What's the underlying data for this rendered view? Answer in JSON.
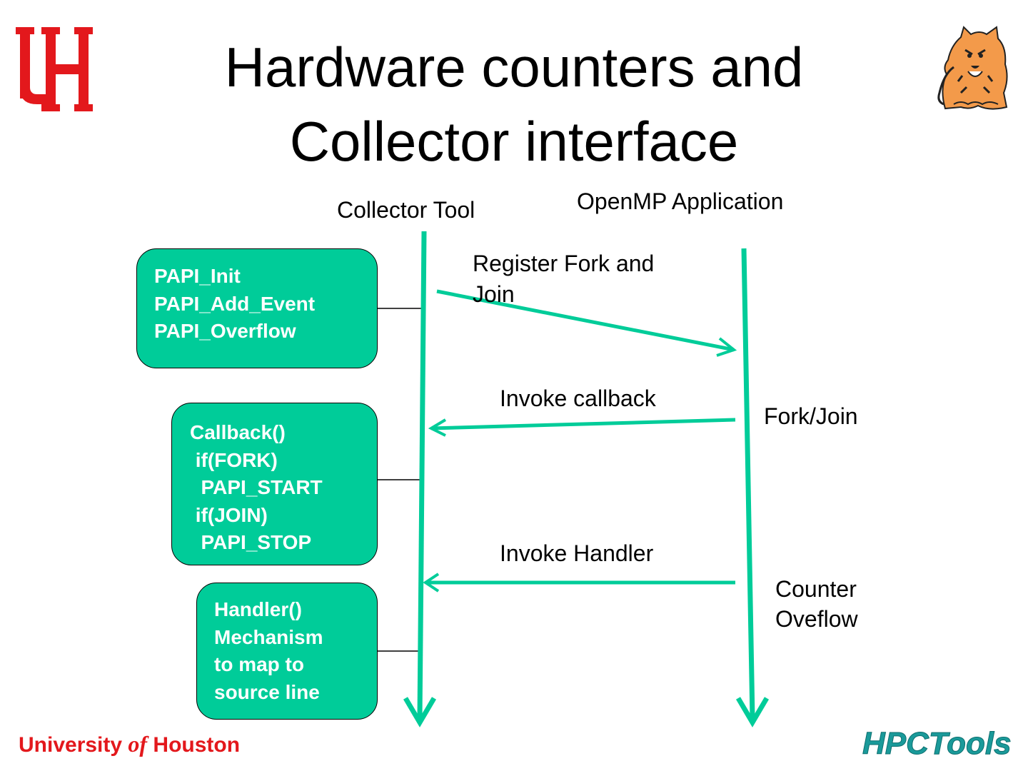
{
  "slide": {
    "title_line1": "Hardware counters and",
    "title_line2": "Collector interface"
  },
  "columns": {
    "collector": "Collector Tool",
    "application": "OpenMP Application"
  },
  "boxes": {
    "init": [
      "PAPI_Init",
      "PAPI_Add_Event",
      "PAPI_Overflow"
    ],
    "callback": [
      "Callback()",
      " if(FORK)",
      "  PAPI_START",
      " if(JOIN)",
      "  PAPI_STOP"
    ],
    "handler": [
      "Handler()",
      "Mechanism",
      "to map to",
      "source line"
    ]
  },
  "messages": {
    "register_line1": "Register Fork and",
    "register_line2": "Join",
    "invoke_callback": "Invoke callback",
    "invoke_handler": "Invoke Handler"
  },
  "events": {
    "fork_join": "Fork/Join",
    "counter_line1": "Counter",
    "counter_line2": "Oveflow"
  },
  "footer": {
    "university": "University",
    "of": "of",
    "houston": "Houston",
    "hpctools_logo": "HPCTools"
  },
  "colors": {
    "accent": "#00cc99",
    "uh_red": "#e3181c",
    "hpctools_teal": "#1a9a9a"
  }
}
